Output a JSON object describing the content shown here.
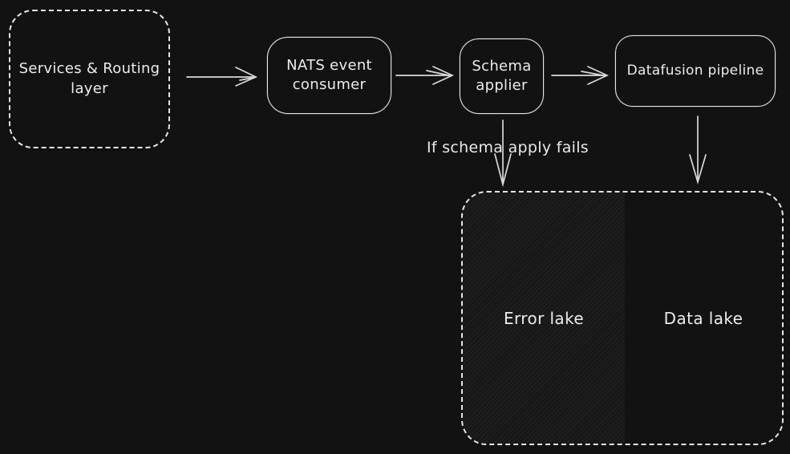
{
  "diagram": {
    "background_color": "#121212",
    "stroke_color": "#e6e6e6",
    "text_color": "#ececec",
    "style": "hand-drawn sketch, dark theme",
    "nodes": [
      {
        "id": "services-routing-layer",
        "label": "Services & Routing layer",
        "shape": "rounded-rect",
        "border": "dashed"
      },
      {
        "id": "nats-event-consumer",
        "label": "NATS event consumer",
        "shape": "rounded-rect",
        "border": "solid"
      },
      {
        "id": "schema-applier",
        "label": "Schema applier",
        "shape": "rounded-rect",
        "border": "solid"
      },
      {
        "id": "datafusion-pipeline",
        "label": "Datafusion pipeline",
        "shape": "rounded-rect",
        "border": "solid"
      },
      {
        "id": "lake-container",
        "shape": "rounded-rect",
        "border": "dashed",
        "children": [
          {
            "id": "error-lake",
            "label": "Error lake",
            "fill": "diagonal-hatch"
          },
          {
            "id": "data-lake",
            "label": "Data lake",
            "fill": "none"
          }
        ]
      }
    ],
    "edges": [
      {
        "from": "services-routing-layer",
        "to": "nats-event-consumer",
        "direction": "right"
      },
      {
        "from": "nats-event-consumer",
        "to": "schema-applier",
        "direction": "right"
      },
      {
        "from": "schema-applier",
        "to": "datafusion-pipeline",
        "direction": "right"
      },
      {
        "from": "schema-applier",
        "to": "error-lake",
        "direction": "down",
        "label": "If schema apply fails"
      },
      {
        "from": "datafusion-pipeline",
        "to": "data-lake",
        "direction": "down"
      }
    ]
  }
}
